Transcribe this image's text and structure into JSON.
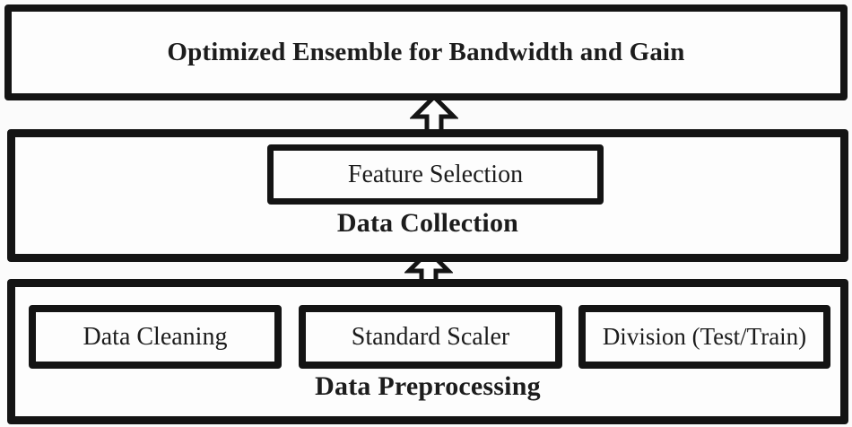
{
  "colors": {
    "background": "#fbfbfb",
    "box_fill": "#fdfdfd",
    "border": "#141414",
    "text": "#1c1c1c"
  },
  "diagram": {
    "output_box": {
      "label": "Optimized Ensemble for Bandwidth and Gain"
    },
    "collection_stage": {
      "label": "Data Collection",
      "steps": [
        {
          "label": "Feature Selection"
        }
      ]
    },
    "preprocessing_stage": {
      "label": "Data Preprocessing",
      "steps": [
        {
          "label": "Data Cleaning"
        },
        {
          "label": "Standard Scaler"
        },
        {
          "label": "Division (Test/Train)"
        }
      ]
    },
    "arrows": [
      {
        "name": "up-arrow-1",
        "direction": "up"
      },
      {
        "name": "up-arrow-2",
        "direction": "up"
      }
    ]
  }
}
